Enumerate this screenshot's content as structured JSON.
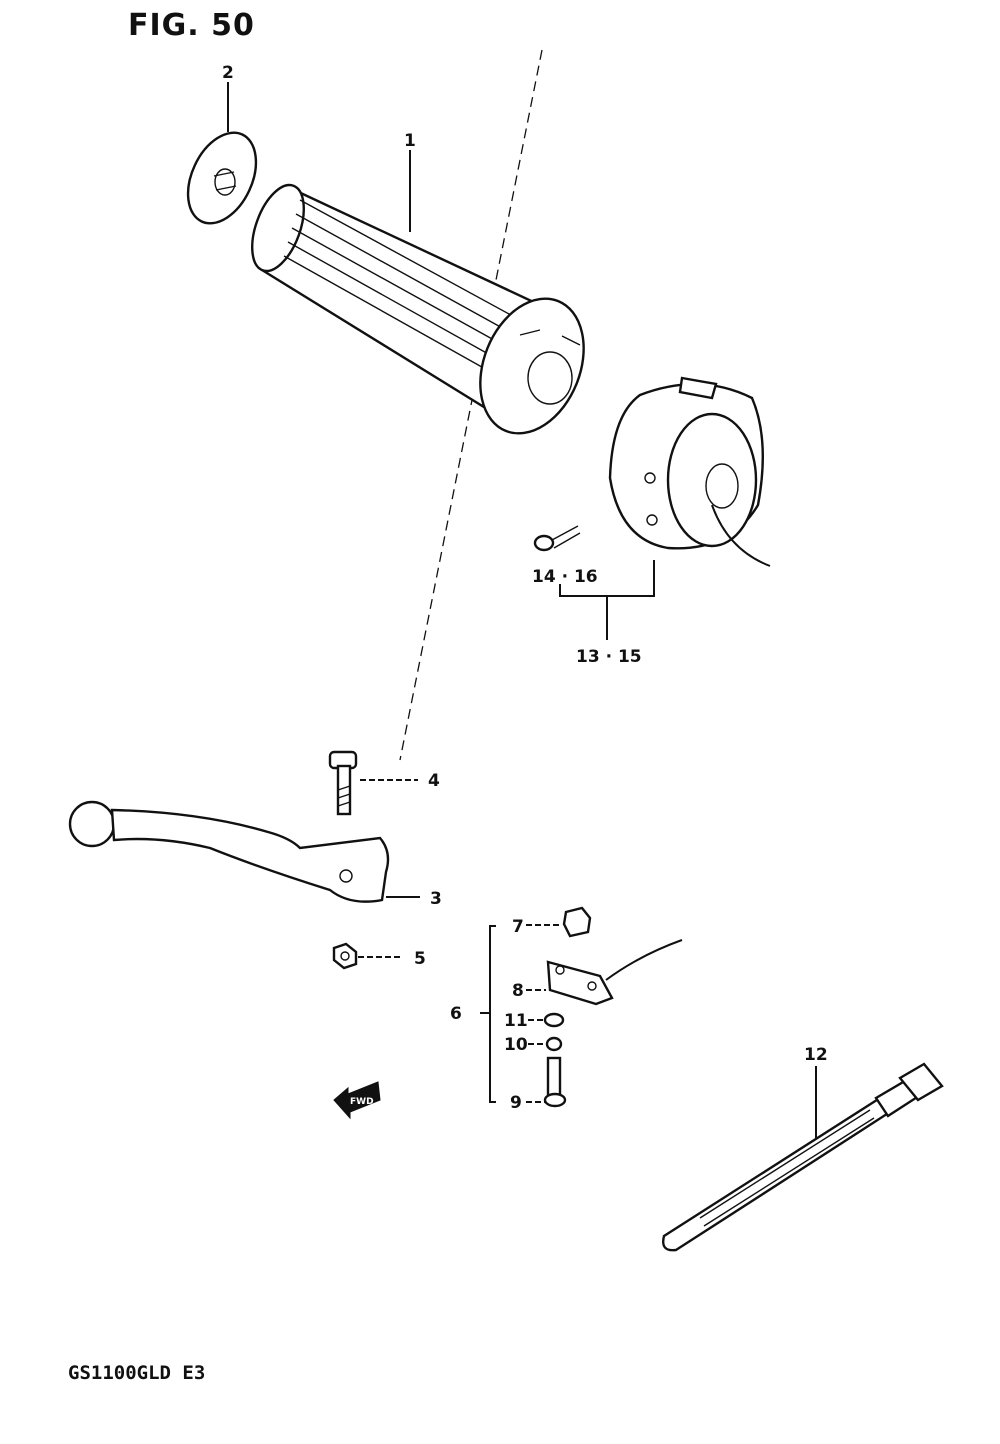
{
  "header": {
    "figure_title": "FIG. 50"
  },
  "footer": {
    "model_code": "GS1100GLD E3"
  },
  "callouts": {
    "p1": "1",
    "p2": "2",
    "p3": "3",
    "p4": "4",
    "p5": "5",
    "p6": "6",
    "p7": "7",
    "p8": "8",
    "p9": "9",
    "p10": "10",
    "p11": "11",
    "p12": "12",
    "p14_16": "14 · 16",
    "p13_15": "13 · 15"
  },
  "icons": {
    "direction_arrow": "FWD"
  }
}
